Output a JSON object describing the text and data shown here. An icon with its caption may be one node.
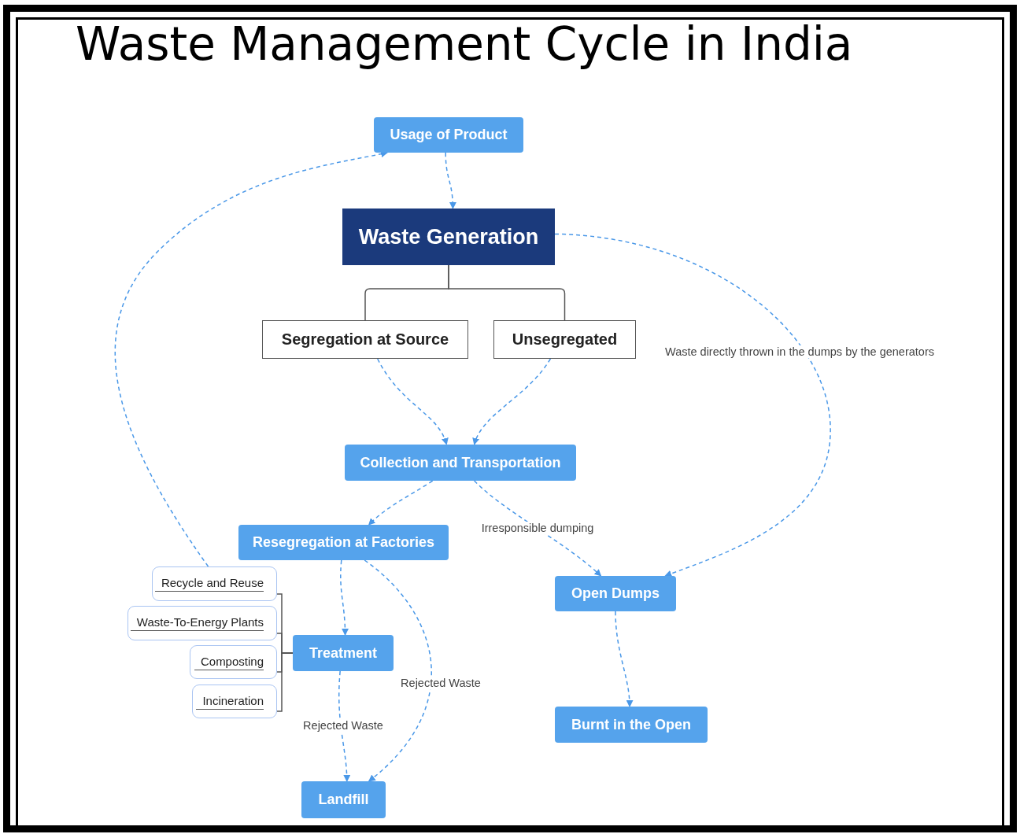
{
  "diagram": {
    "title": "Waste Management Cycle in India",
    "nodes": [
      {
        "text": [
          "Usage of Product"
        ]
      },
      {
        "text": [
          "Waste Generation"
        ]
      },
      {
        "text": [
          "Segregation at Source"
        ]
      },
      {
        "text": [
          "Unsegregated"
        ]
      },
      {
        "text": [
          "Collection and Transportation"
        ]
      },
      {
        "text": [
          "Resegregation at Factories"
        ]
      },
      {
        "text": [
          "Open Dumps"
        ]
      },
      {
        "text": [
          "Treatment"
        ]
      },
      {
        "text": [
          "Recycle and Reuse"
        ]
      },
      {
        "text": [
          "Waste-To-Energy Plants"
        ]
      },
      {
        "text": [
          "Composting"
        ]
      },
      {
        "text": [
          "Incineration"
        ]
      },
      {
        "text": [
          "Burnt in the Open"
        ]
      },
      {
        "text": [
          "Landfill"
        ]
      }
    ],
    "edges": [
      {
        "from": 0,
        "to": 1,
        "arrow": "to",
        "style": "dashed"
      },
      {
        "from": 1,
        "to": 2,
        "arrow": "none",
        "color": "#555555"
      },
      {
        "from": 1,
        "to": 3,
        "arrow": "none",
        "color": "#555555"
      },
      {
        "from": 2,
        "to": 4,
        "arrow": "to",
        "style": "dashed"
      },
      {
        "from": 3,
        "to": 4,
        "arrow": "to",
        "style": "dashed"
      },
      {
        "from": 1,
        "to": 6,
        "arrow": "to",
        "style": "dashed",
        "label": "Waste directly thrown in the dumps by the generators"
      },
      {
        "from": 4,
        "to": 5,
        "arrow": "to",
        "style": "dashed"
      },
      {
        "from": 4,
        "to": 6,
        "arrow": "to",
        "style": "dashed",
        "label": "Irresponsible dumping"
      },
      {
        "from": 5,
        "to": 7,
        "arrow": "to",
        "style": "dashed"
      },
      {
        "from": 5,
        "to": 13,
        "arrow": "to",
        "style": "dashed",
        "label": "Rejected Waste"
      },
      {
        "from": 7,
        "to": 13,
        "arrow": "to",
        "style": "dashed",
        "label": "Rejected Waste"
      },
      {
        "from": 6,
        "to": 12,
        "arrow": "to",
        "style": "dashed"
      },
      {
        "from": 8,
        "to": 0,
        "arrow": "to",
        "style": "dashed"
      },
      {
        "from": 7,
        "to": 8,
        "arrow": "none",
        "color": "#555555"
      },
      {
        "from": 7,
        "to": 9,
        "arrow": "none",
        "color": "#555555"
      },
      {
        "from": 7,
        "to": 10,
        "arrow": "none",
        "color": "#555555"
      },
      {
        "from": 7,
        "to": 11,
        "arrow": "none",
        "color": "#555555"
      }
    ]
  }
}
